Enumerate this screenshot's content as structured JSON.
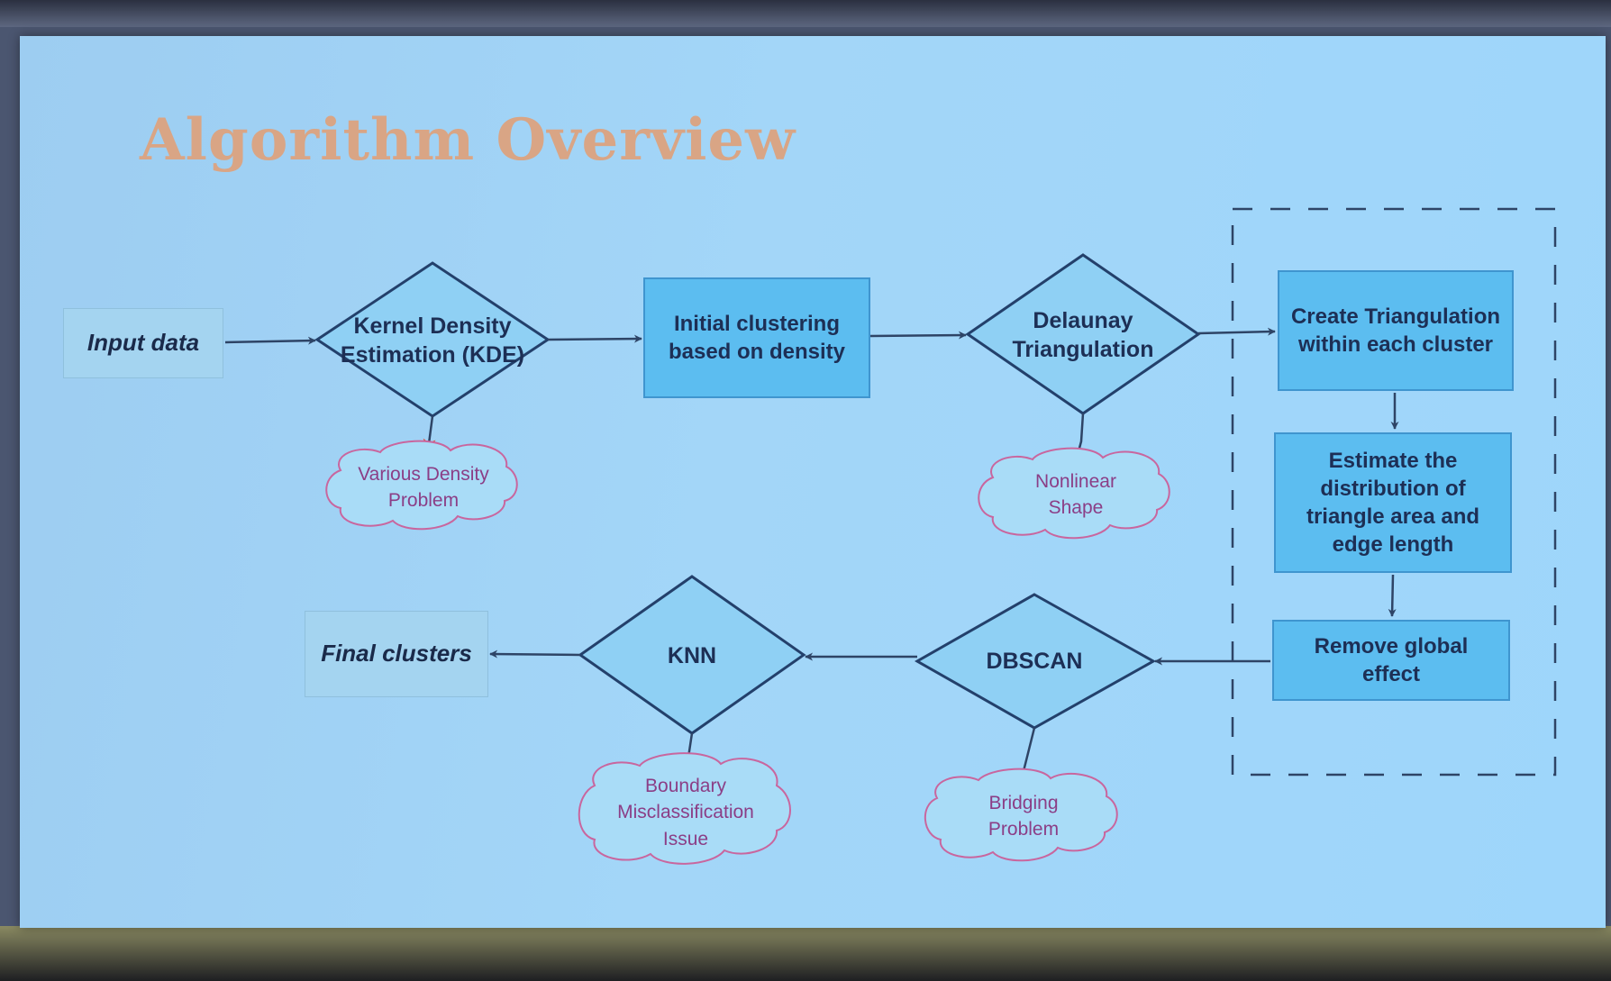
{
  "slide": {
    "title": "Algorithm Overview"
  },
  "nodes": {
    "input": "Input data",
    "kde": "Kernel Density\nEstimation (KDE)",
    "initial_clustering": "Initial clustering\nbased on density",
    "delaunay": "Delaunay\nTriangulation",
    "create_triangulation": "Create Triangulation\nwithin each cluster",
    "estimate_distribution": "Estimate the\ndistribution of\ntriangle area and\nedge length",
    "remove_global": "Remove global\neffect",
    "dbscan": "DBSCAN",
    "knn": "KNN",
    "final": "Final clusters"
  },
  "issues": {
    "density": "Various Density\nProblem",
    "nonlinear": "Nonlinear\nShape",
    "bridging": "Bridging\nProblem",
    "boundary": "Boundary\nMisclassification\nIssue"
  },
  "colors": {
    "box_fill": "#5cbdf0",
    "box_border": "#3f95cf",
    "line": "#2e4466",
    "cloud_stroke": "#c9669e",
    "issue_arrow": "#e0442e",
    "title": "#d9a585"
  }
}
